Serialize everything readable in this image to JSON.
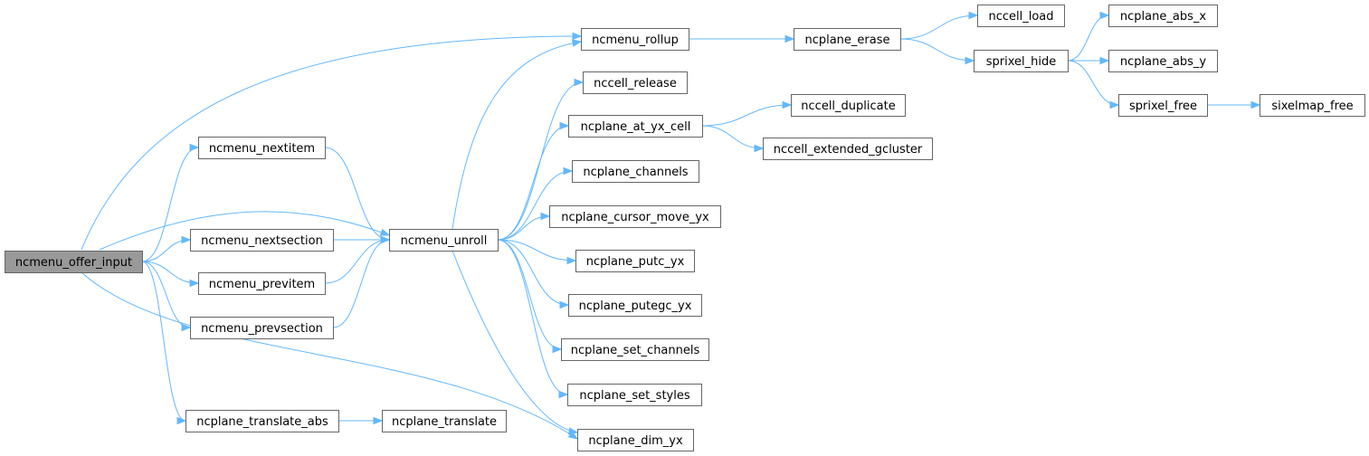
{
  "graph": {
    "colors": {
      "edge": "#63b8ff",
      "root_fill": "#999999",
      "node_fill": "#ffffff",
      "border": "#666666"
    },
    "nodes": [
      {
        "id": "offer_input",
        "label": "ncmenu_offer_input",
        "root": true
      },
      {
        "id": "rollup",
        "label": "ncmenu_rollup"
      },
      {
        "id": "nextitem",
        "label": "ncmenu_nextitem"
      },
      {
        "id": "nextsection",
        "label": "ncmenu_nextsection"
      },
      {
        "id": "previtem",
        "label": "ncmenu_previtem"
      },
      {
        "id": "prevsection",
        "label": "ncmenu_prevsection"
      },
      {
        "id": "translate_abs",
        "label": "ncplane_translate_abs"
      },
      {
        "id": "unroll",
        "label": "ncmenu_unroll"
      },
      {
        "id": "translate",
        "label": "ncplane_translate"
      },
      {
        "id": "dim_yx",
        "label": "ncplane_dim_yx"
      },
      {
        "id": "erase",
        "label": "ncplane_erase"
      },
      {
        "id": "nccell_load",
        "label": "nccell_load"
      },
      {
        "id": "sprixel_hide",
        "label": "sprixel_hide"
      },
      {
        "id": "abs_x",
        "label": "ncplane_abs_x"
      },
      {
        "id": "abs_y",
        "label": "ncplane_abs_y"
      },
      {
        "id": "sprixel_free",
        "label": "sprixel_free"
      },
      {
        "id": "sixelmap_free",
        "label": "sixelmap_free"
      },
      {
        "id": "nccell_release",
        "label": "nccell_release"
      },
      {
        "id": "at_yx_cell",
        "label": "ncplane_at_yx_cell"
      },
      {
        "id": "nccell_duplicate",
        "label": "nccell_duplicate"
      },
      {
        "id": "extended_gcluster",
        "label": "nccell_extended_gcluster"
      },
      {
        "id": "channels",
        "label": "ncplane_channels"
      },
      {
        "id": "cursor_move_yx",
        "label": "ncplane_cursor_move_yx"
      },
      {
        "id": "putc_yx",
        "label": "ncplane_putc_yx"
      },
      {
        "id": "putegc_yx",
        "label": "ncplane_putegc_yx"
      },
      {
        "id": "set_channels",
        "label": "ncplane_set_channels"
      },
      {
        "id": "set_styles",
        "label": "ncplane_set_styles"
      }
    ],
    "edges": [
      [
        "offer_input",
        "rollup"
      ],
      [
        "offer_input",
        "nextitem"
      ],
      [
        "offer_input",
        "unroll"
      ],
      [
        "offer_input",
        "nextsection"
      ],
      [
        "offer_input",
        "previtem"
      ],
      [
        "offer_input",
        "prevsection"
      ],
      [
        "offer_input",
        "dim_yx"
      ],
      [
        "offer_input",
        "translate_abs"
      ],
      [
        "nextitem",
        "unroll"
      ],
      [
        "nextsection",
        "unroll"
      ],
      [
        "previtem",
        "unroll"
      ],
      [
        "prevsection",
        "unroll"
      ],
      [
        "translate_abs",
        "translate"
      ],
      [
        "unroll",
        "rollup"
      ],
      [
        "unroll",
        "nccell_release"
      ],
      [
        "unroll",
        "at_yx_cell"
      ],
      [
        "unroll",
        "channels"
      ],
      [
        "unroll",
        "cursor_move_yx"
      ],
      [
        "unroll",
        "putc_yx"
      ],
      [
        "unroll",
        "putegc_yx"
      ],
      [
        "unroll",
        "set_channels"
      ],
      [
        "unroll",
        "set_styles"
      ],
      [
        "unroll",
        "dim_yx"
      ],
      [
        "rollup",
        "erase"
      ],
      [
        "erase",
        "nccell_load"
      ],
      [
        "erase",
        "sprixel_hide"
      ],
      [
        "sprixel_hide",
        "abs_x"
      ],
      [
        "sprixel_hide",
        "abs_y"
      ],
      [
        "sprixel_hide",
        "sprixel_free"
      ],
      [
        "sprixel_free",
        "sixelmap_free"
      ],
      [
        "at_yx_cell",
        "nccell_duplicate"
      ],
      [
        "at_yx_cell",
        "extended_gcluster"
      ]
    ]
  }
}
